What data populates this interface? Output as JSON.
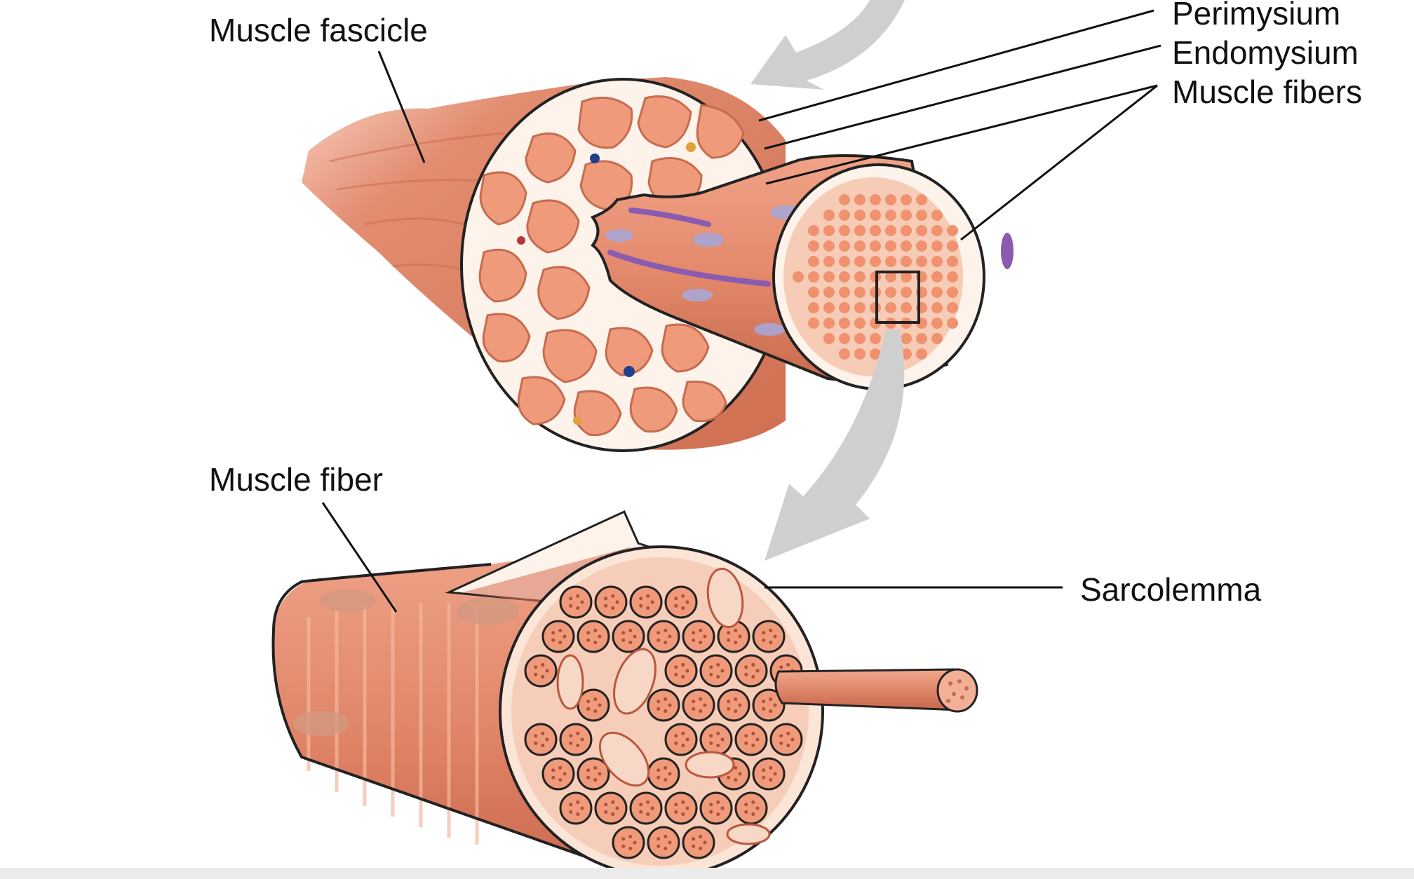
{
  "labels": {
    "perimysium": "Perimysium",
    "endomysium": "Endomysium",
    "muscle_fibers": "Muscle fibers",
    "muscle_fascicle": "Muscle fascicle",
    "muscle_fiber": "Muscle fiber",
    "sarcolemma": "Sarcolemma"
  },
  "colors": {
    "muscle": "#e08a6e",
    "muscle_light": "#f3a98c",
    "sheath": "#fbeedd",
    "arrow": "#cfcfcf",
    "leader": "#111111",
    "vessel": "#8a5bb0"
  }
}
